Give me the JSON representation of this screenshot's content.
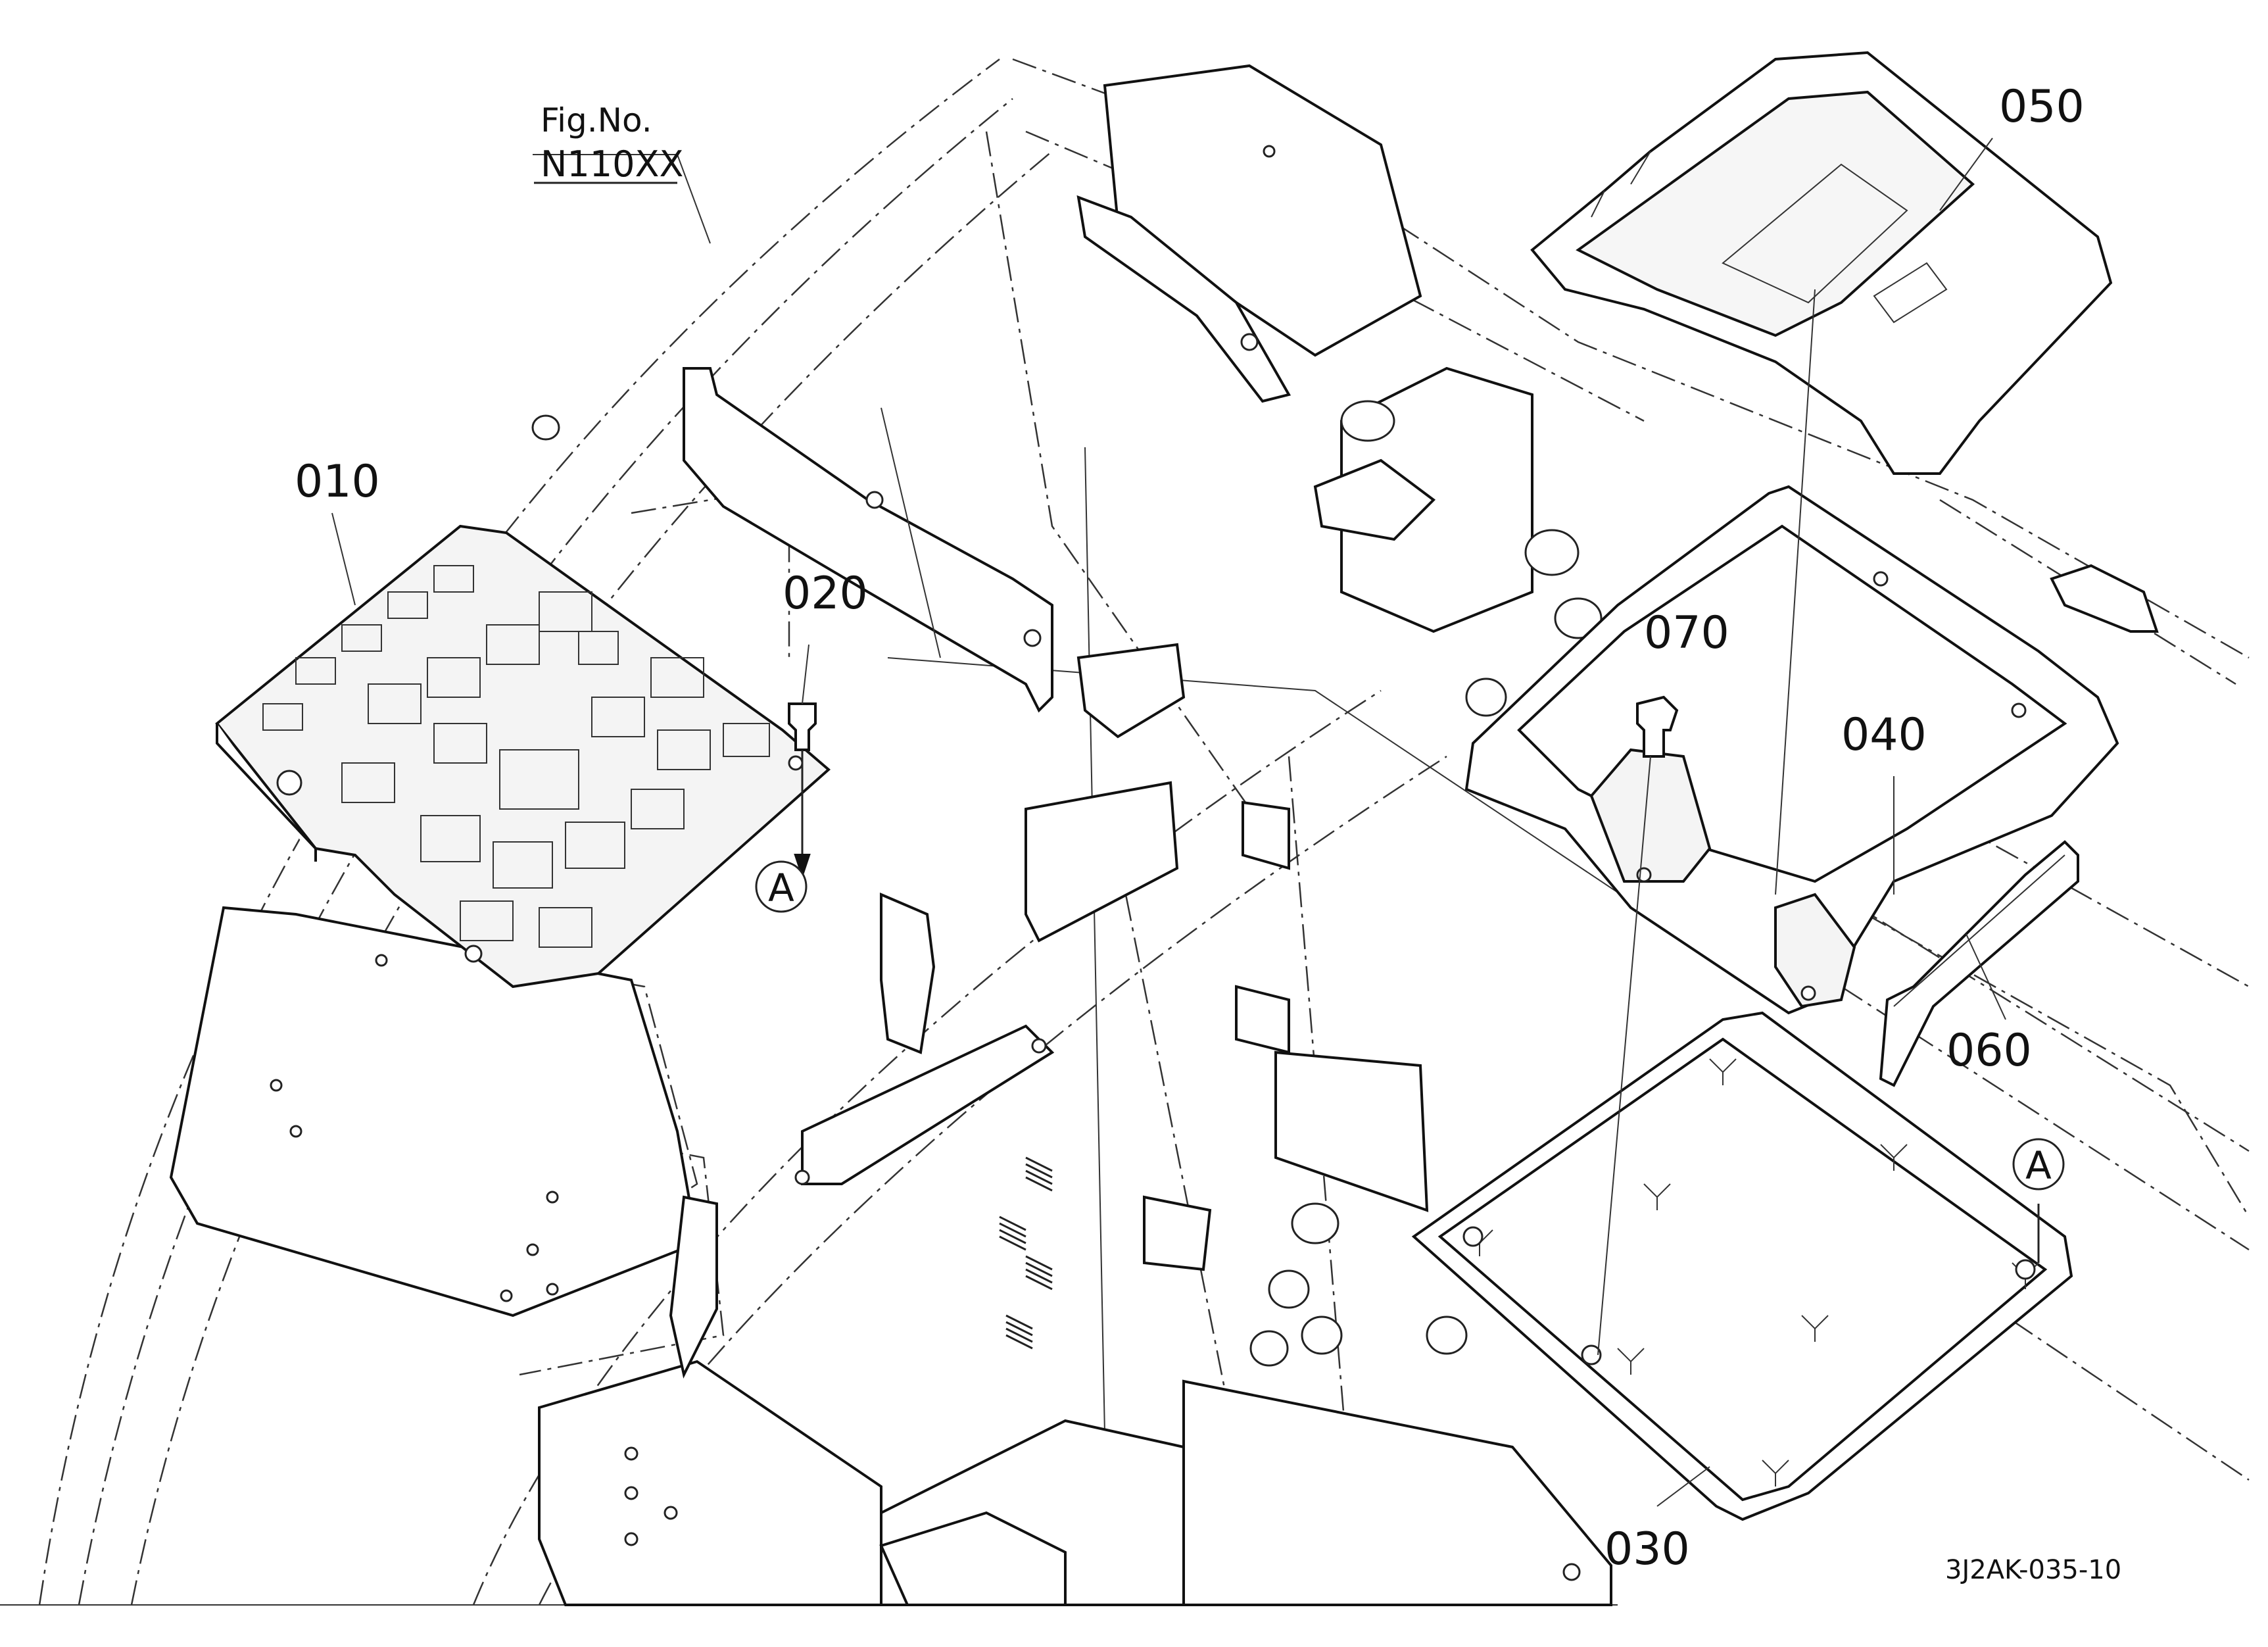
{
  "figure": {
    "ref_label": "Fig.No.",
    "ref_number": "N110XX",
    "drawing_id": "3J2AK-035-10"
  },
  "callouts": {
    "p010": "010",
    "p020": "020",
    "p030": "030",
    "p040": "040",
    "p050": "050",
    "p060": "060",
    "p070": "070"
  },
  "markers": {
    "a1": "A",
    "a2": "A"
  }
}
